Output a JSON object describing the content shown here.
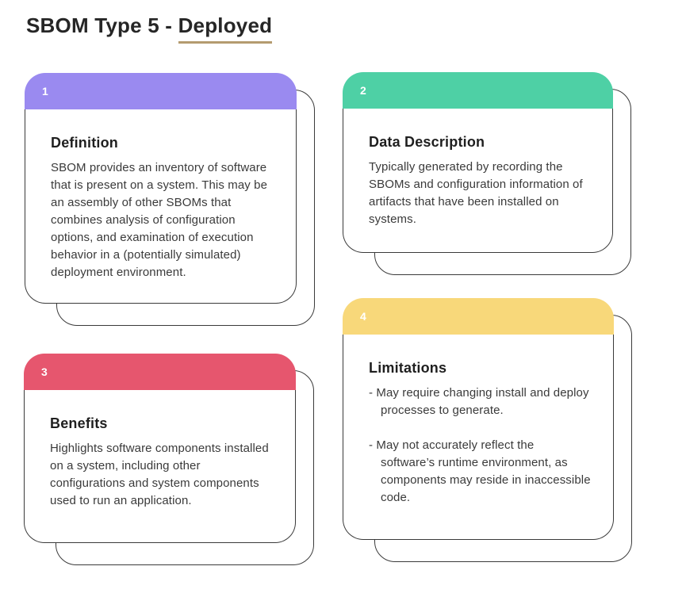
{
  "header": {
    "title_prefix": "SBOM Type 5 - ",
    "title_highlight": "Deployed",
    "underline_color": "#b49b6f"
  },
  "cards": [
    {
      "number": "1",
      "accent": "#9a8af0",
      "heading": "Definition",
      "body": "SBOM provides an inventory of software that is present on a system. This may be an assembly of other SBOMs that combines analysis of configuration options, and examination of execution behavior in a (potentially simulated) deployment environment."
    },
    {
      "number": "2",
      "accent": "#4ed0a5",
      "heading": "Data Description",
      "body": "Typically generated by recording the SBOMs and configuration information of artifacts that have been installed on systems."
    },
    {
      "number": "3",
      "accent": "#e6566e",
      "heading": "Benefits",
      "body": "Highlights software components installed on a system, including other configurations and system components used to run an application."
    },
    {
      "number": "4",
      "accent": "#f8d87a",
      "heading": "Limitations",
      "bullets": [
        "- May require changing install and deploy processes to generate.",
        "- May not accurately reflect the software’s runtime environment, as components may reside in inaccessible code."
      ]
    }
  ]
}
